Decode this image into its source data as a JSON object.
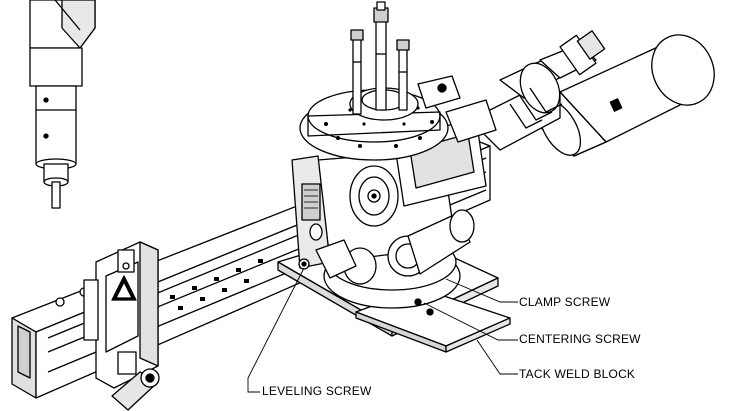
{
  "callouts": {
    "clamp_screw": "CLAMP SCREW",
    "centering_screw": "CENTERING SCREW",
    "tack_weld_block": "TACK WELD BLOCK",
    "leveling_screw": "LEVELING SCREW"
  },
  "colors": {
    "line": "#000000",
    "fill": "#ffffff",
    "shade": "#d9d9d9",
    "dark": "#6e6e6e"
  }
}
